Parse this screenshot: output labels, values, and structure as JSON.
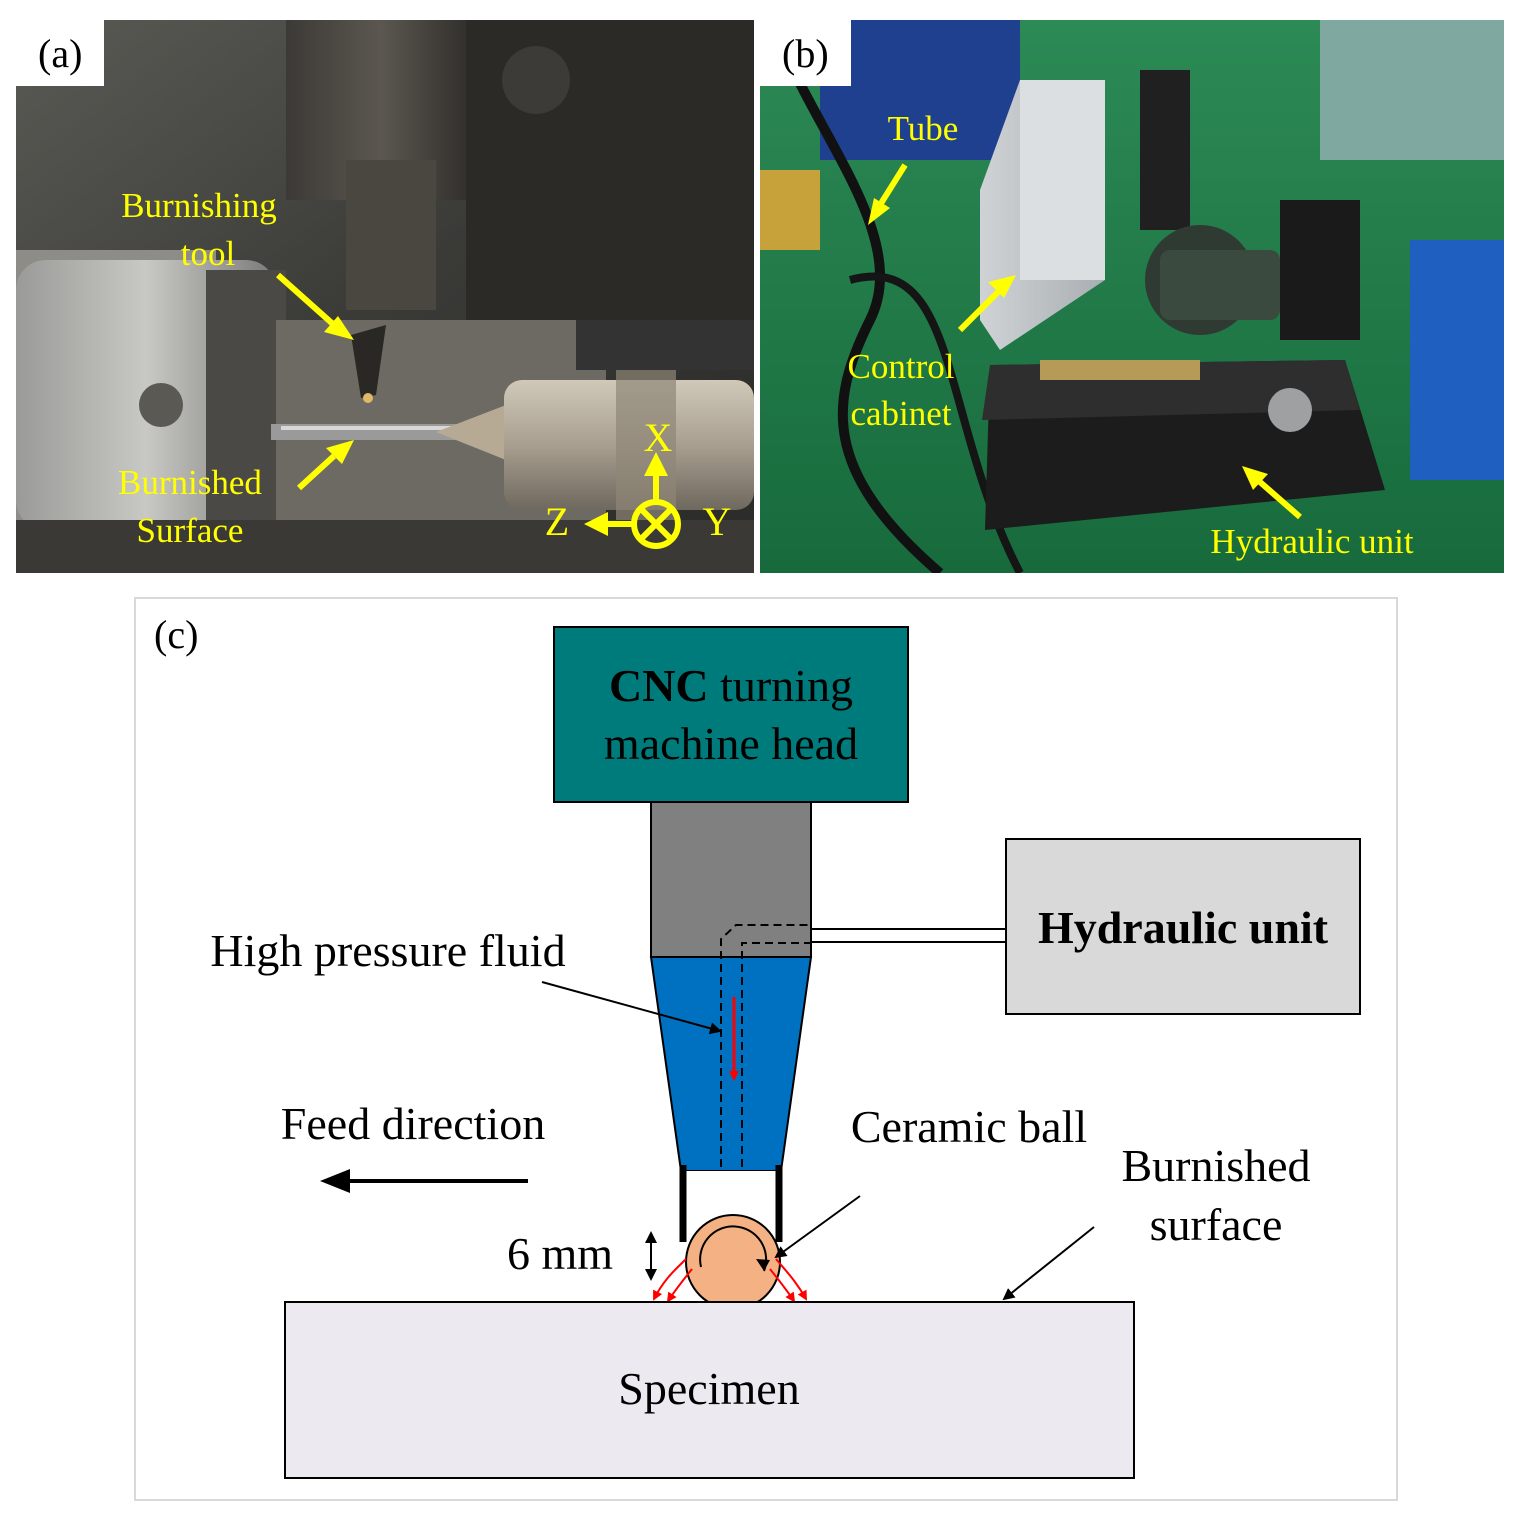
{
  "panels": {
    "a": {
      "tag": "(a)",
      "labels": {
        "burnishing_tool_line1": "Burnishing",
        "burnishing_tool_line2": "tool",
        "burnished_surface_line1": "Burnished",
        "burnished_surface_line2": "Surface"
      },
      "axes": {
        "x": "X",
        "y": "Y",
        "z": "Z"
      }
    },
    "b": {
      "tag": "(b)",
      "labels": {
        "tube": "Tube",
        "control_cabinet_line1": "Control",
        "control_cabinet_line2": "cabinet",
        "hydraulic_unit": "Hydraulic unit"
      }
    },
    "c": {
      "tag": "(c)",
      "cnc_bold": "CNC",
      "cnc_rest": " turning",
      "cnc_line2": "machine head",
      "hydraulic_unit": "Hydraulic unit",
      "high_pressure_fluid": "High pressure fluid",
      "feed_direction": "Feed direction",
      "ceramic_ball": "Ceramic ball",
      "burnished_surface_line1": "Burnished",
      "burnished_surface_line2": "surface",
      "gap": "6 mm",
      "specimen": "Specimen"
    }
  },
  "colors": {
    "annotation_yellow": "#ffff00",
    "machine_head": "#007b7b",
    "holder_grey": "#808080",
    "fluid_blue": "#0070c0",
    "hydraulic_box": "#d9d9d9",
    "specimen_fill": "#ece9f0",
    "ball_fill": "#f4b183",
    "flow_red": "#ff0000",
    "floor_green": "#1f7a4a"
  }
}
